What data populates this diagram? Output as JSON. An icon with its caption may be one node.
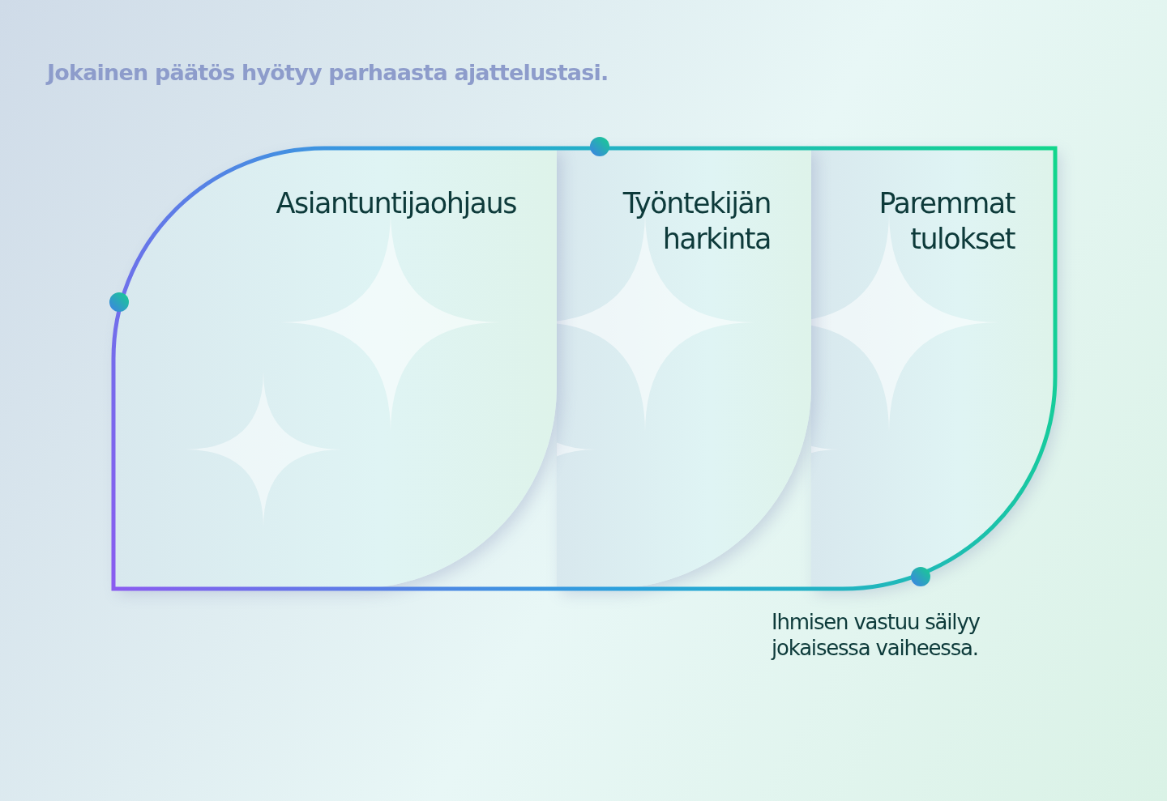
{
  "diagram": {
    "title": "Jokainen päätös hyötyy parhaasta ajattelustasi.",
    "nodes": [
      {
        "text": [
          "Asiantuntijaohjaus"
        ]
      },
      {
        "text": [
          "Työntekijän harkinta"
        ]
      },
      {
        "text": [
          "Paremmat tulokset"
        ]
      }
    ],
    "labels": [
      "Ihmisen vastuu säilyy jokaisessa vaiheessa."
    ]
  }
}
